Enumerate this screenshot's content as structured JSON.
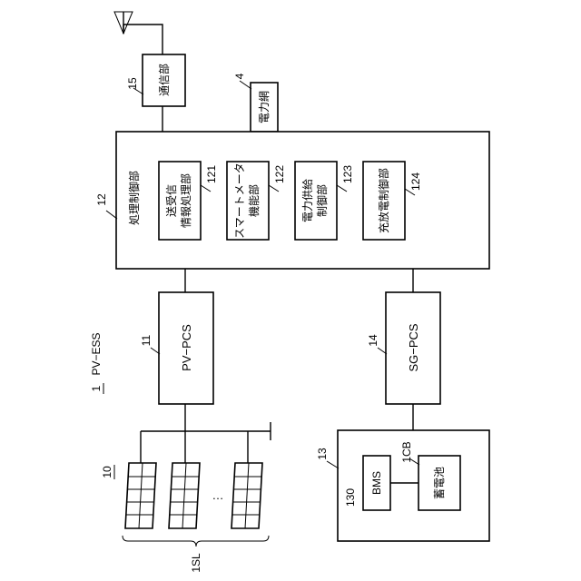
{
  "system": {
    "ref": "1",
    "name": "PV−ESS"
  },
  "antenna": {
    "icon": "antenna-icon"
  },
  "communication_unit": {
    "ref": "15",
    "label": "通信部"
  },
  "power_grid": {
    "ref": "4",
    "label": "電力網"
  },
  "processing_control_unit": {
    "ref": "12",
    "label": "処理制御部",
    "sub_units": [
      {
        "ref": "121",
        "lines": [
          "送受信",
          "情報処理部"
        ]
      },
      {
        "ref": "122",
        "lines": [
          "スマートメータ",
          "機能部"
        ]
      },
      {
        "ref": "123",
        "lines": [
          "電力供給",
          "制御部"
        ]
      },
      {
        "ref": "124",
        "lines": [
          "充放電制御部"
        ]
      }
    ]
  },
  "pv_pcs": {
    "ref": "11",
    "label": "PV−PCS"
  },
  "sg_pcs": {
    "ref": "14",
    "label": "SG−PCS"
  },
  "solar_array": {
    "ref": "10",
    "string_ref": "1SL",
    "ellipsis": "…",
    "icon": "solar-panel-icon"
  },
  "storage_unit": {
    "ref": "13",
    "bms": {
      "ref": "130",
      "label": "BMS"
    },
    "battery": {
      "ref": "1CB",
      "label": "蓄電池"
    }
  }
}
